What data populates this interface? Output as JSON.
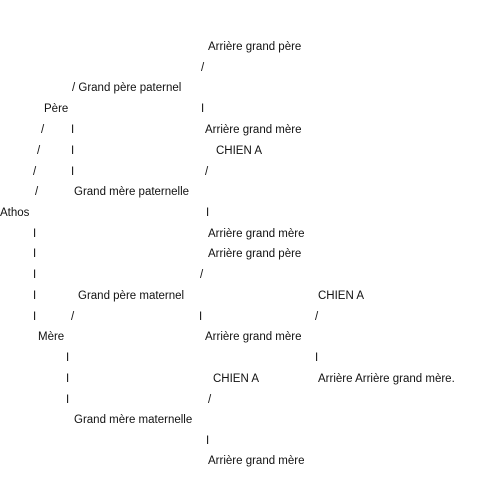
{
  "tree": {
    "root": "Athos",
    "pere": "Père",
    "mere": "Mère",
    "grand_pere_paternel": "/ Grand père paternel",
    "grand_mere_paternelle": "Grand mère paternelle",
    "grand_pere_maternel": "Grand père maternel",
    "grand_mere_maternelle": "Grand mère maternelle",
    "agp1": "Arrière grand père",
    "agm1": "Arrière grand mère",
    "chien1": "CHIEN A",
    "agm2": "Arrière grand mère",
    "agp2": "Arrière grand père",
    "chien2": "CHIEN A",
    "agm3": "Arrière grand mère",
    "chien3": "CHIEN A",
    "aagm": "Arrière Arrière grand mère.",
    "agm4": "Arrière grand mère"
  },
  "connectors": {
    "slash": "/",
    "bar": "I"
  }
}
